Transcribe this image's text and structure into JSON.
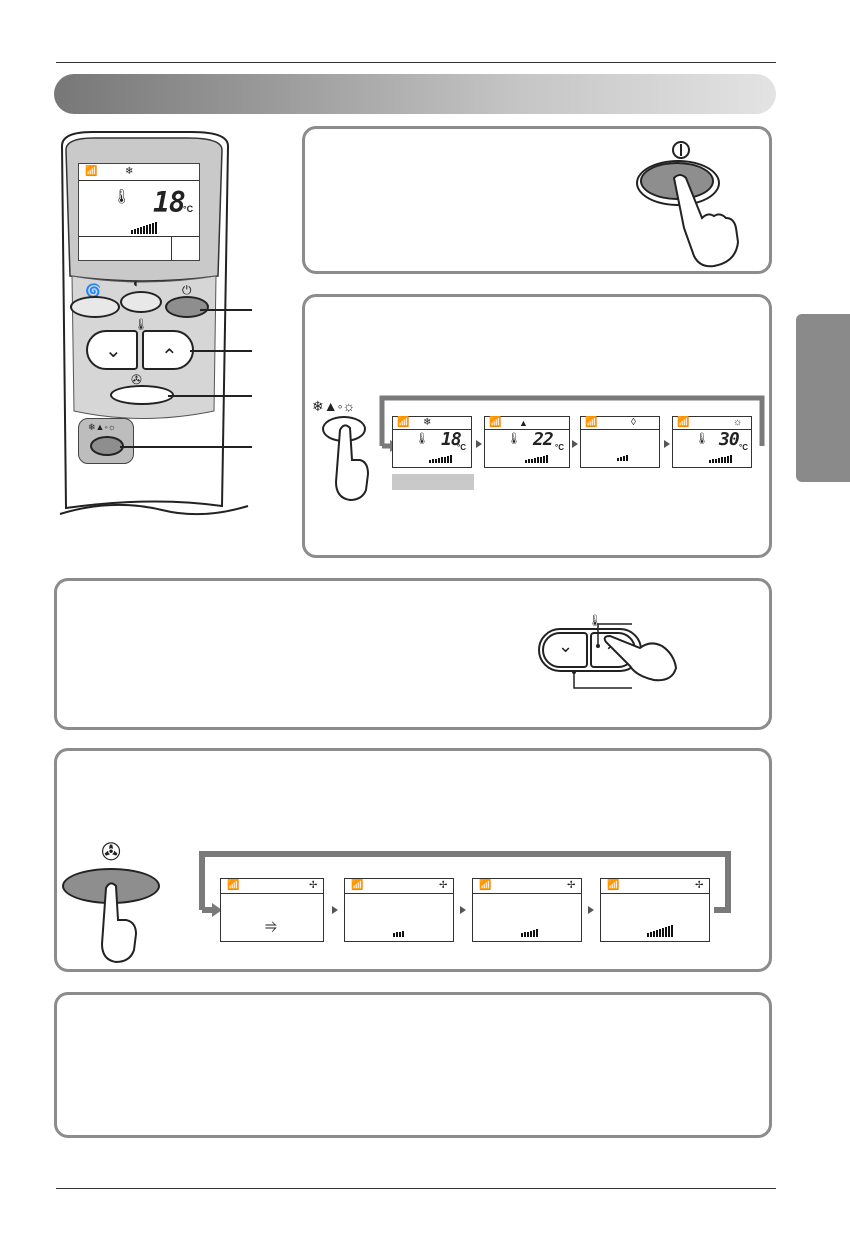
{
  "remote": {
    "lcd_mode_icon": "snowflake-icon",
    "lcd_temperature": "18",
    "lcd_unit": "°C"
  },
  "mode_cycle": {
    "screens": [
      {
        "mode": "cool",
        "icon": "❄",
        "temperature": "18",
        "unit": "°C",
        "fan_level": 0.8
      },
      {
        "mode": "auto",
        "icon": "▲",
        "temperature": "22",
        "unit": "°C",
        "fan_level": 0.8
      },
      {
        "mode": "dry",
        "icon": "💧",
        "temperature": "",
        "unit": "",
        "fan_level": 0.3
      },
      {
        "mode": "heat",
        "icon": "☼",
        "temperature": "30",
        "unit": "°C",
        "fan_level": 0.8
      }
    ]
  },
  "fan_cycle": {
    "screens": [
      {
        "level": "natural",
        "symbol": "⥤"
      },
      {
        "level": "low",
        "fan_level": 0.3
      },
      {
        "level": "medium",
        "fan_level": 0.55
      },
      {
        "level": "high",
        "fan_level": 1.0
      }
    ]
  },
  "colors": {
    "panel_border": "#8c8c8c",
    "button_fill": "#8e8e8e",
    "side_tab": "#8a8a8a"
  }
}
